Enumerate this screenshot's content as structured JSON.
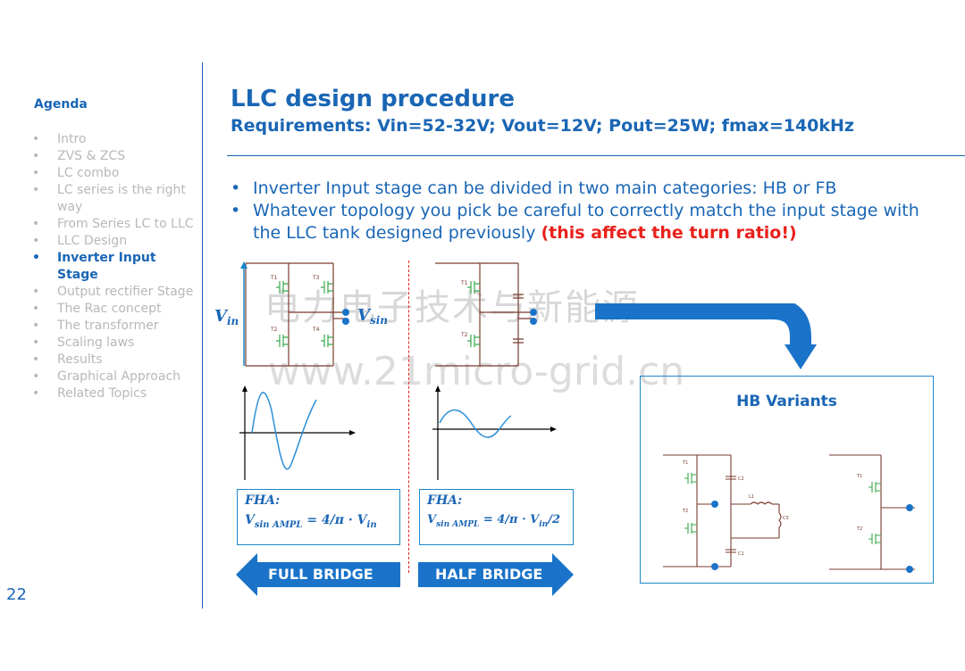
{
  "sidebar": {
    "agenda_title": "Agenda",
    "items": [
      {
        "label": "Intro"
      },
      {
        "label": "ZVS & ZCS"
      },
      {
        "label": "LC combo"
      },
      {
        "label": "LC series is the right way"
      },
      {
        "label": "From Series LC to LLC"
      },
      {
        "label": "LLC Design"
      },
      {
        "label": "Inverter Input Stage"
      },
      {
        "label": "Output rectifier Stage"
      },
      {
        "label": "The Rac concept"
      },
      {
        "label": "The transformer"
      },
      {
        "label": "Scaling laws"
      },
      {
        "label": "Results"
      },
      {
        "label": "Graphical Approach"
      },
      {
        "label": "Related Topics"
      }
    ],
    "active_item": "Inverter Input Stage"
  },
  "page_number": "22",
  "header": {
    "title": "LLC design procedure",
    "subtitle": "Requirements: Vin=52-32V; Vout=12V; Pout=25W; fmax=140kHz"
  },
  "bullets": {
    "b1": "Inverter Input stage can be divided in two main categories: HB or FB",
    "b2": "Whatever topology you pick be careful to correctly match the input stage with the LLC tank designed previously",
    "b2_highlight": "(this affect the turn ratio!)"
  },
  "full_bridge": {
    "vin_label": "V",
    "vin_sub": "in",
    "vsin_label": "V",
    "vsin_sub": "sin",
    "switches": [
      "T1",
      "T3",
      "T2",
      "T4"
    ],
    "fha_label": "FHA:",
    "formula_lhs": "V",
    "formula_lhs_sub": "sin AMPL",
    "formula_rhs": "= 4/π · V",
    "formula_rhs_sub": "in",
    "arrow_label": "FULL BRIDGE"
  },
  "half_bridge": {
    "switches": [
      "T1",
      "T2"
    ],
    "fha_label": "FHA:",
    "formula_lhs": "V",
    "formula_lhs_sub": "sin AMPL",
    "formula_rhs": "= 4/π · V",
    "formula_rhs_sub": "in",
    "formula_den": "/2",
    "arrow_label": "HALF BRIDGE"
  },
  "hb_variants": {
    "title": "HB Variants",
    "left_labels": [
      "T1",
      "T2",
      "C1",
      "C2",
      "L1",
      "C3"
    ],
    "right_labels": [
      "T1",
      "T2"
    ]
  },
  "watermark": {
    "line1": "电力电子技术与新能源",
    "line2": "www.21micro-grid.cn"
  },
  "colors": {
    "primary": "#1a66b5",
    "accent_arrow": "#1a73c9",
    "highlight": "#e8221c",
    "circuit": "#7a3b2e",
    "mosfet": "#3aa84a",
    "muted": "#b8b8b8"
  }
}
